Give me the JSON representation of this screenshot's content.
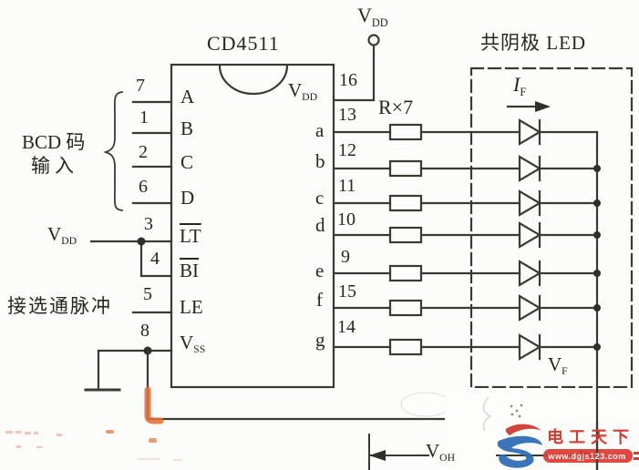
{
  "chip": {
    "title": "CD4511",
    "left_pins": [
      {
        "num": "7",
        "label": "A"
      },
      {
        "num": "1",
        "label": "B"
      },
      {
        "num": "2",
        "label": "C"
      },
      {
        "num": "6",
        "label": "D"
      },
      {
        "num": "3",
        "label": "LT"
      },
      {
        "num": "4",
        "label": "BI"
      },
      {
        "num": "5",
        "label": "LE"
      },
      {
        "num": "8",
        "label": "V",
        "sub": "SS"
      }
    ],
    "right_pins": [
      {
        "num": "16",
        "label": "V",
        "sub": "DD"
      },
      {
        "num": "13",
        "label": "a"
      },
      {
        "num": "12",
        "label": "b"
      },
      {
        "num": "11",
        "label": "c"
      },
      {
        "num": "10",
        "label": "d"
      },
      {
        "num": "9",
        "label": "e"
      },
      {
        "num": "15",
        "label": "f"
      },
      {
        "num": "14",
        "label": "g"
      }
    ]
  },
  "annotations": {
    "bcd_input_line1": "BCD 码",
    "bcd_input_line2": "输入",
    "strobe_label": "接选通脉冲",
    "vdd_left": {
      "base": "V",
      "sub": "DD"
    },
    "vdd_top": {
      "base": "V",
      "sub": "DD"
    },
    "resistor_label": "R×7",
    "led_box_title": "共阴极 LED",
    "forward_current": {
      "base": "I",
      "sub": "F"
    },
    "forward_voltage": {
      "base": "V",
      "sub": "F"
    },
    "output_high_voltage": {
      "base": "V",
      "sub": "OH"
    }
  },
  "watermark": {
    "site_name": "电工天下",
    "site_url": "www.dgjs123.com"
  },
  "colors": {
    "line": "#3a3a35",
    "watermark_red": "#dc3a30",
    "watermark_blue": "#2f6db5",
    "highlight_orange": "#e06f38"
  }
}
